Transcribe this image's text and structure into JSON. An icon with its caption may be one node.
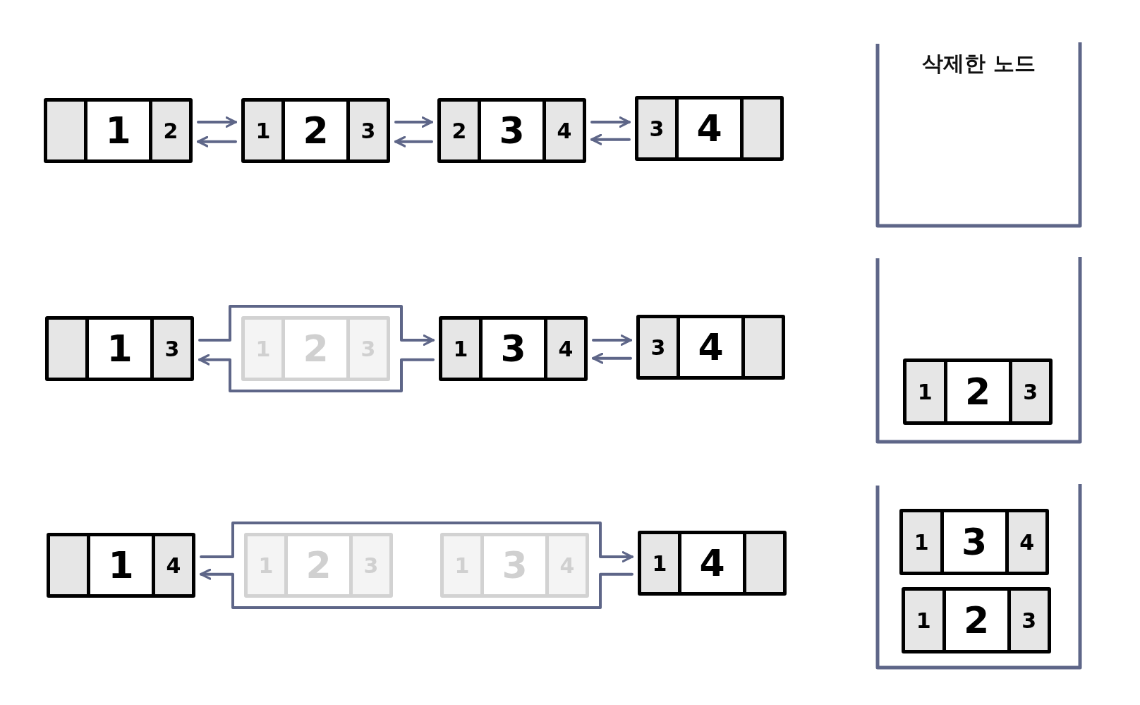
{
  "diagram": {
    "nodes": [
      {
        "text": [
          "1",
          "2"
        ]
      },
      {
        "text": [
          "1",
          "2",
          "3"
        ]
      },
      {
        "text": [
          "2",
          "3",
          "4"
        ]
      },
      {
        "text": [
          "3",
          "4"
        ]
      },
      {
        "text": [
          "삭제한 노드"
        ]
      },
      {
        "text": [
          "1",
          "3"
        ]
      },
      {
        "text": [
          "1",
          "2",
          "3"
        ]
      },
      {
        "text": [
          "1",
          "3",
          "4"
        ]
      },
      {
        "text": [
          "3",
          "4"
        ]
      },
      {
        "text": [],
        "shape": "box"
      },
      {
        "text": [
          "1",
          "2",
          "3"
        ],
        "in": 9
      },
      {
        "text": [
          "1",
          "4"
        ]
      },
      {
        "text": [
          "1",
          "2",
          "3"
        ]
      },
      {
        "text": [
          "1",
          "3",
          "4"
        ]
      },
      {
        "text": [
          "1",
          "4"
        ]
      },
      {
        "text": [],
        "shape": "box"
      },
      {
        "text": [
          "1",
          "3",
          "4"
        ],
        "in": 15
      },
      {
        "text": [
          "1",
          "2",
          "3"
        ],
        "in": 15
      }
    ],
    "edges": [
      {
        "from": 0,
        "to": 1,
        "arrow": "to"
      },
      {
        "from": 1,
        "to": 0,
        "arrow": "to"
      },
      {
        "from": 1,
        "to": 2,
        "arrow": "to"
      },
      {
        "from": 2,
        "to": 1,
        "arrow": "to"
      },
      {
        "from": 2,
        "to": 3,
        "arrow": "to"
      },
      {
        "from": 3,
        "to": 2,
        "arrow": "to"
      },
      {
        "from": 5,
        "to": 7,
        "arrow": "to"
      },
      {
        "from": 7,
        "to": 5,
        "arrow": "to"
      },
      {
        "from": 7,
        "to": 8,
        "arrow": "to"
      },
      {
        "from": 8,
        "to": 7,
        "arrow": "to"
      },
      {
        "from": 11,
        "to": 14,
        "arrow": "to"
      },
      {
        "from": 14,
        "to": 11,
        "arrow": "to"
      }
    ]
  }
}
